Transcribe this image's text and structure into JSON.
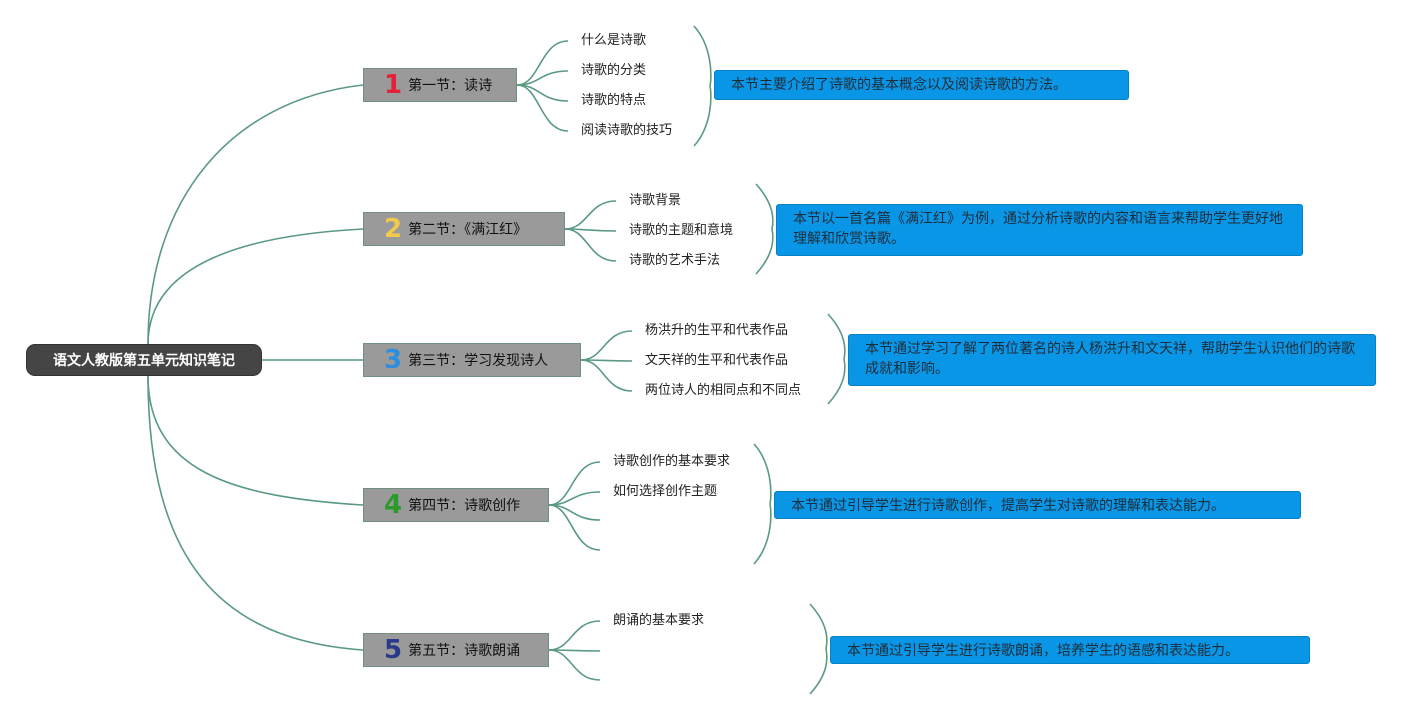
{
  "root": {
    "title": "语文人教版第五单元知识笔记"
  },
  "colors": {
    "line": "#5a9a80",
    "num1": "#e2213a",
    "num2": "#f2c94c",
    "num3": "#2d8ee0",
    "num4": "#2a9a2a",
    "num5": "#2a3a8a"
  },
  "sections": [
    {
      "num": "1",
      "title": "第一节：读诗",
      "items": [
        "什么是诗歌",
        "诗歌的分类",
        "诗歌的特点",
        "阅读诗歌的技巧"
      ],
      "summary": "本节主要介绍了诗歌的基本概念以及阅读诗歌的方法。"
    },
    {
      "num": "2",
      "title": "第二节：《满江红》",
      "items": [
        "诗歌背景",
        "诗歌的主题和意境",
        "诗歌的艺术手法"
      ],
      "summary": "本节以一首名篇《满江红》为例，通过分析诗歌的内容和语言来帮助学生更好地理解和欣赏诗歌。"
    },
    {
      "num": "3",
      "title": "第三节：学习发现诗人",
      "items": [
        "杨洪升的生平和代表作品",
        "文天祥的生平和代表作品",
        "两位诗人的相同点和不同点"
      ],
      "summary": "本节通过学习了解了两位著名的诗人杨洪升和文天祥，帮助学生认识他们的诗歌成就和影响。"
    },
    {
      "num": "4",
      "title": "第四节：诗歌创作",
      "items": [
        "诗歌创作的基本要求",
        "如何选择创作主题"
      ],
      "summary": "本节通过引导学生进行诗歌创作，提高学生对诗歌的理解和表达能力。"
    },
    {
      "num": "5",
      "title": "第五节：诗歌朗诵",
      "items": [
        "朗诵的基本要求"
      ],
      "summary": "本节通过引导学生进行诗歌朗诵，培养学生的语感和表达能力。"
    }
  ]
}
